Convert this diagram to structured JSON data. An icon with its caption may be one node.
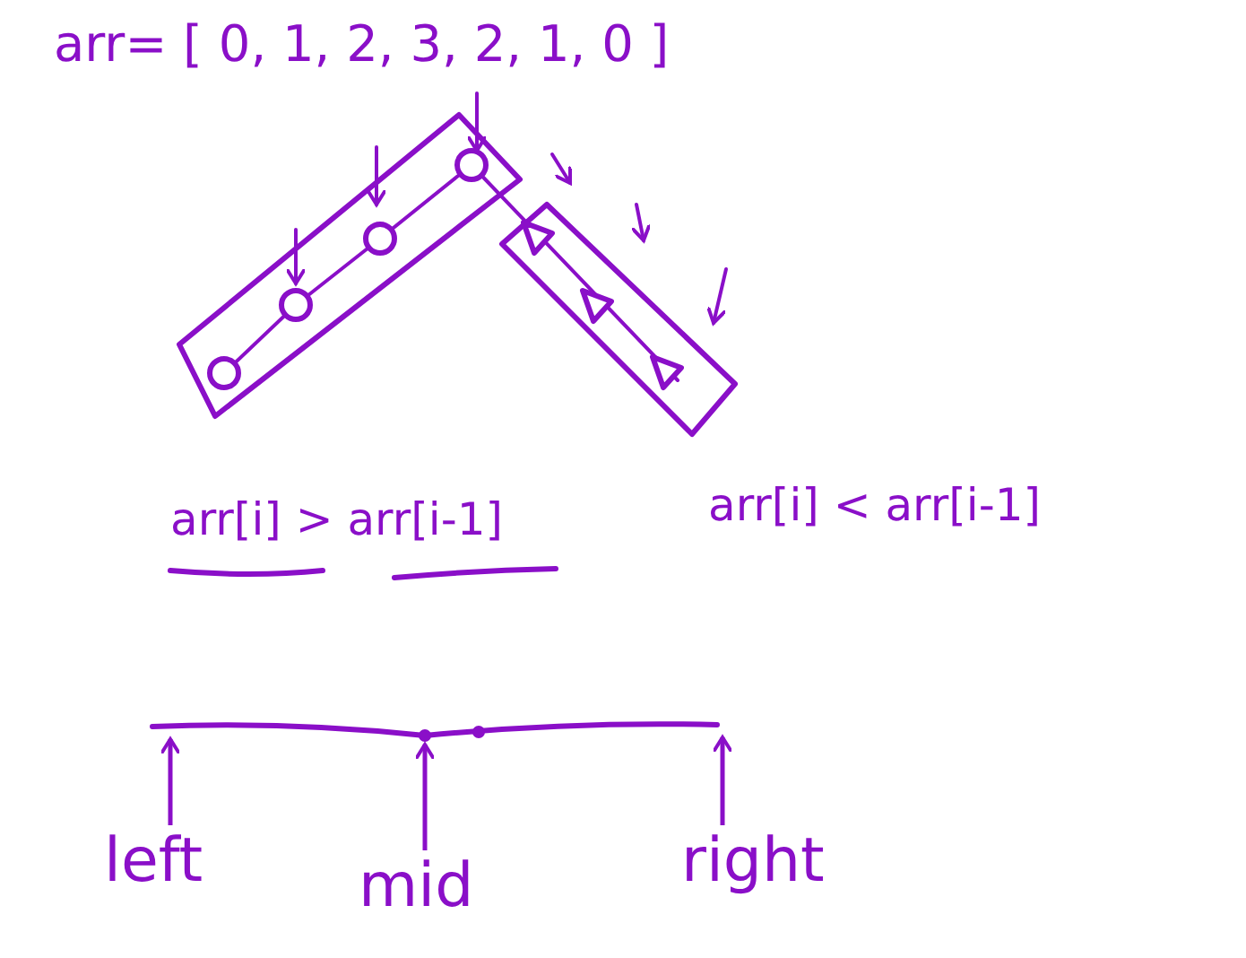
{
  "diagram": {
    "nodes": [
      {
        "text": [
          "left"
        ]
      },
      {
        "text": [
          "mid"
        ]
      },
      {
        "text": [
          "right"
        ]
      }
    ],
    "edges": [
      {
        "from": 0,
        "to": null,
        "arrow": "to"
      },
      {
        "from": 1,
        "to": null,
        "arrow": "to"
      },
      {
        "from": 2,
        "to": null,
        "arrow": "to"
      }
    ],
    "labels": [
      "arr= [ 0, 1, 2, 3, 2, 1, 0 ]",
      "arr[i] > arr[i-1]",
      "arr[i] < arr[i-1]"
    ]
  }
}
